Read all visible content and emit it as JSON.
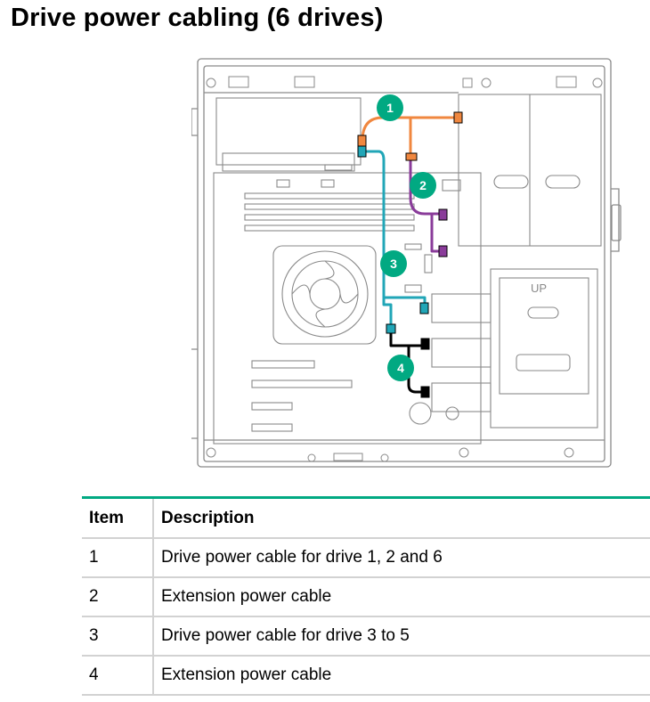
{
  "title": "Drive power cabling (6 drives)",
  "diagram": {
    "callouts": [
      "1",
      "2",
      "3",
      "4"
    ],
    "colors": {
      "callout": "#01a982",
      "cable_1": "#f0873f",
      "cable_2": "#8a3c9a",
      "cable_3": "#21a6b7",
      "cable_4": "#000000",
      "chassis_line": "#8a8a8a"
    },
    "chassis_text": "UP"
  },
  "table": {
    "headers": [
      "Item",
      "Description"
    ],
    "rows": [
      {
        "item": "1",
        "description": "Drive power cable for drive 1, 2 and 6"
      },
      {
        "item": "2",
        "description": "Extension power cable"
      },
      {
        "item": "3",
        "description": "Drive power cable for drive 3 to 5"
      },
      {
        "item": "4",
        "description": "Extension power cable"
      }
    ]
  }
}
